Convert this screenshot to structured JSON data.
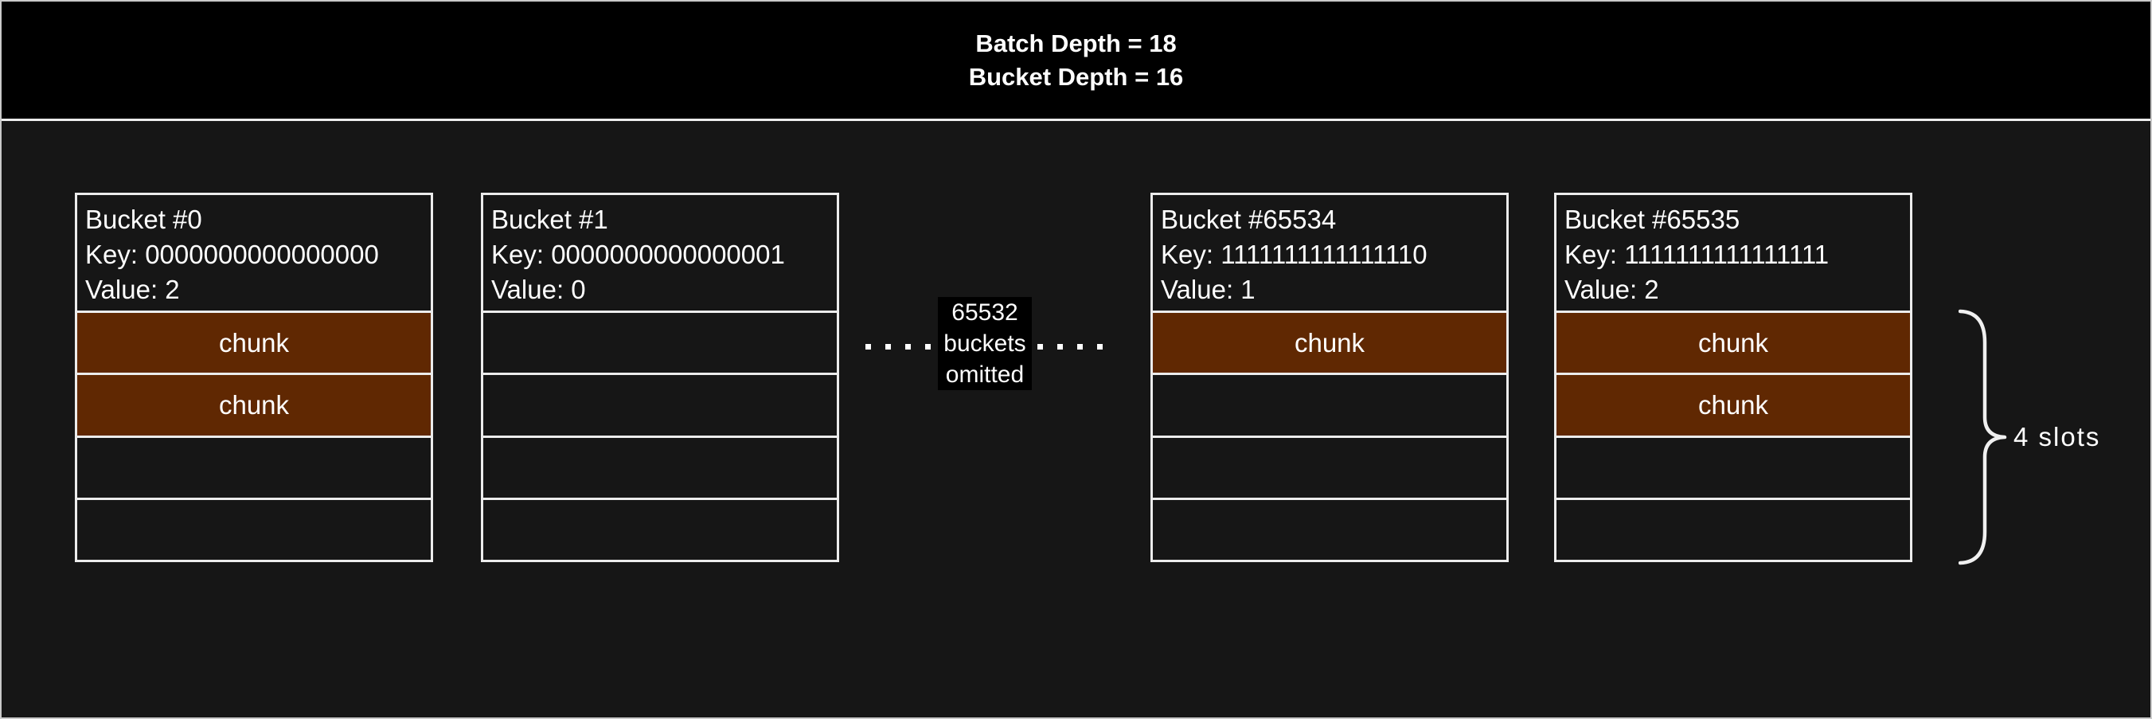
{
  "header": {
    "line1": "Batch Depth = 18",
    "line2": "Bucket Depth = 16"
  },
  "buckets": [
    {
      "title": "Bucket #0",
      "key_label": "Key: 0000000000000000",
      "value_label": "Value: 2",
      "slots": [
        "chunk",
        "chunk",
        "empty",
        "empty"
      ]
    },
    {
      "title": "Bucket #1",
      "key_label": "Key: 0000000000000001",
      "value_label": "Value: 0",
      "slots": [
        "empty",
        "empty",
        "empty",
        "empty"
      ]
    },
    {
      "title": "Bucket #65534",
      "key_label": "Key: 1111111111111110",
      "value_label": "Value: 1",
      "slots": [
        "chunk",
        "empty",
        "empty",
        "empty"
      ]
    },
    {
      "title": "Bucket #65535",
      "key_label": "Key: 1111111111111111",
      "value_label": "Value: 2",
      "slots": [
        "chunk",
        "chunk",
        "empty",
        "empty"
      ]
    }
  ],
  "slot_chunk_label": "chunk",
  "omitted": {
    "lines": [
      "65532",
      "buckets",
      "omitted"
    ]
  },
  "annotation": {
    "slots_label": "4 slots"
  },
  "colors": {
    "chunk": "#602802",
    "background_body": "#161616",
    "background_black": "#000000",
    "border_light": "#ececec",
    "outer_border": "#c9c9c9",
    "text": "#ffffff"
  }
}
